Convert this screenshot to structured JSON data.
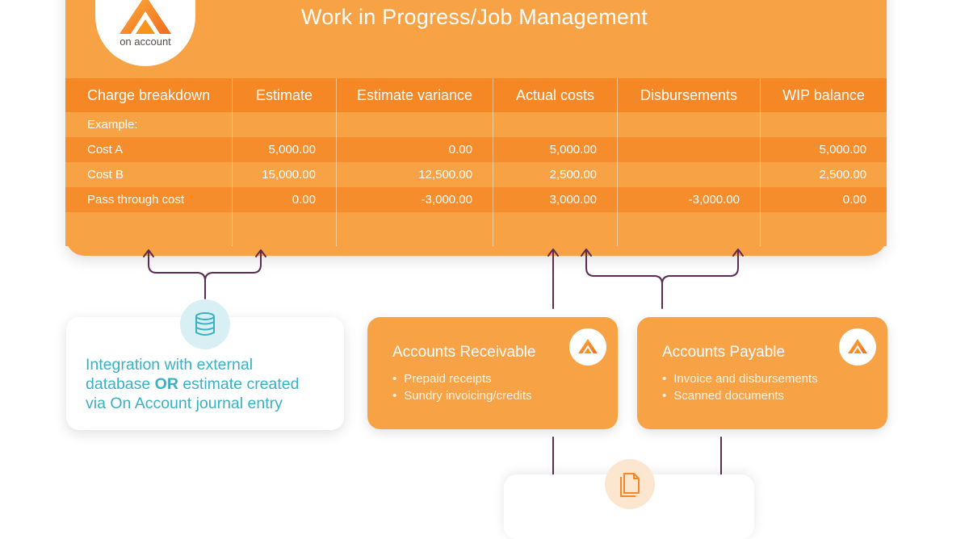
{
  "brand": {
    "logo_text": "on account",
    "orange": "#f8a246",
    "dark_orange": "#f58725",
    "teal": "#3ab0c2",
    "connector": "#5b2c54"
  },
  "title": "Work in Progress/Job Management",
  "table": {
    "headers": [
      "Charge breakdown",
      "Estimate",
      "Estimate variance",
      "Actual costs",
      "Disbursements",
      "WIP balance"
    ],
    "example_label": "Example:",
    "rows": [
      {
        "label": "Cost A",
        "cells": [
          "5,000.00",
          "0.00",
          "5,000.00",
          "",
          "5,000.00"
        ]
      },
      {
        "label": "Cost B",
        "cells": [
          "15,000.00",
          "12,500.00",
          "2,500.00",
          "",
          "2,500.00"
        ]
      },
      {
        "label": "Pass through cost",
        "cells": [
          "0.00",
          "-3,000.00",
          "3,000.00",
          "-3,000.00",
          "0.00"
        ]
      }
    ]
  },
  "integration": {
    "line1": "Integration with external",
    "line2_before": "database ",
    "line2_bold": "OR",
    "line2_after": " estimate created",
    "line3": "via On Account journal entry",
    "icon": "database-icon"
  },
  "receivable": {
    "title": "Accounts Receivable",
    "items": [
      "Prepaid receipts",
      "Sundry invoicing/credits"
    ]
  },
  "payable": {
    "title": "Accounts Payable",
    "items": [
      "Invoice and disbursements",
      "Scanned documents"
    ]
  },
  "documents": {
    "icon": "documents-icon"
  }
}
